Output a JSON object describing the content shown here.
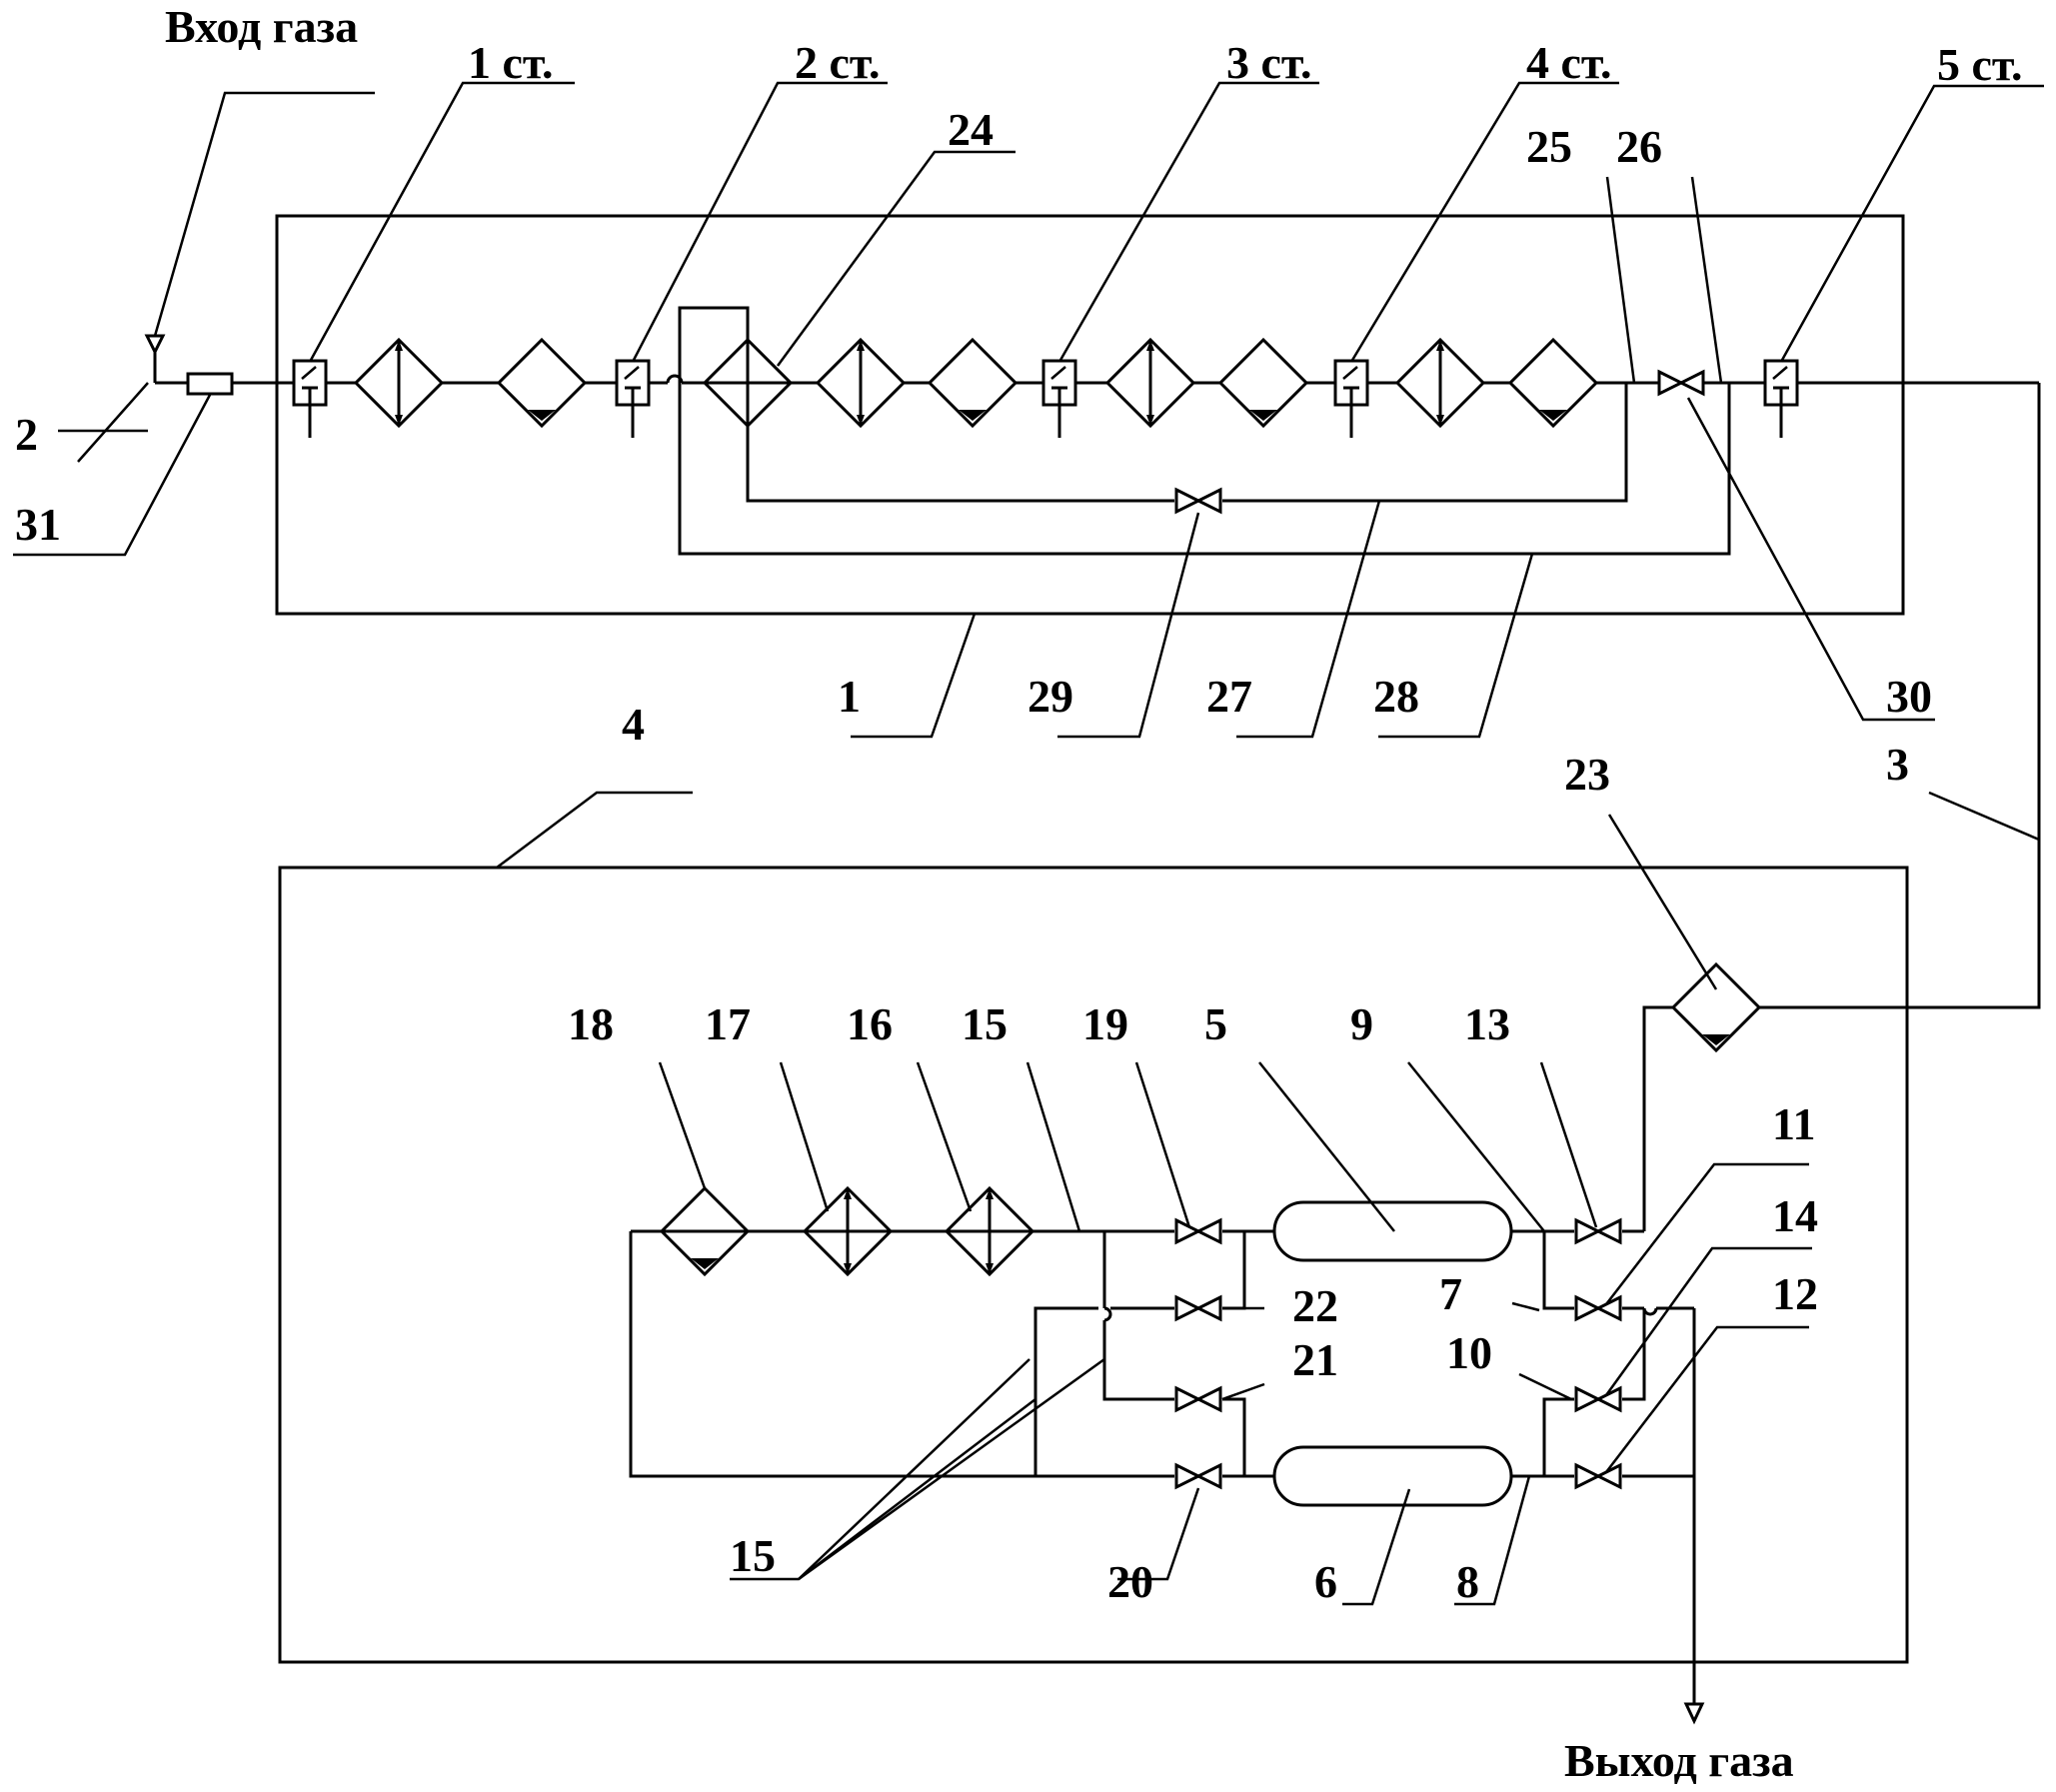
{
  "inlet_label": "Вход газа",
  "outlet_label": "Выход газа",
  "stages": [
    "1 ст.",
    "2 ст.",
    "3 ст.",
    "4 ст.",
    "5 ст."
  ],
  "callouts": {
    "n1": "1",
    "n2": "2",
    "n3": "3",
    "n4": "4",
    "n5": "5",
    "n6": "6",
    "n7": "7",
    "n8": "8",
    "n9": "9",
    "n10": "10",
    "n11": "11",
    "n12": "12",
    "n13": "13",
    "n14": "14",
    "n15a": "15",
    "n15b": "15",
    "n16": "16",
    "n17": "17",
    "n18": "18",
    "n19": "19",
    "n20": "20",
    "n21": "21",
    "n22": "22",
    "n23": "23",
    "n24": "24",
    "n25": "25",
    "n26": "26",
    "n27": "27",
    "n28": "28",
    "n29": "29",
    "n30": "30",
    "n31": "31"
  }
}
